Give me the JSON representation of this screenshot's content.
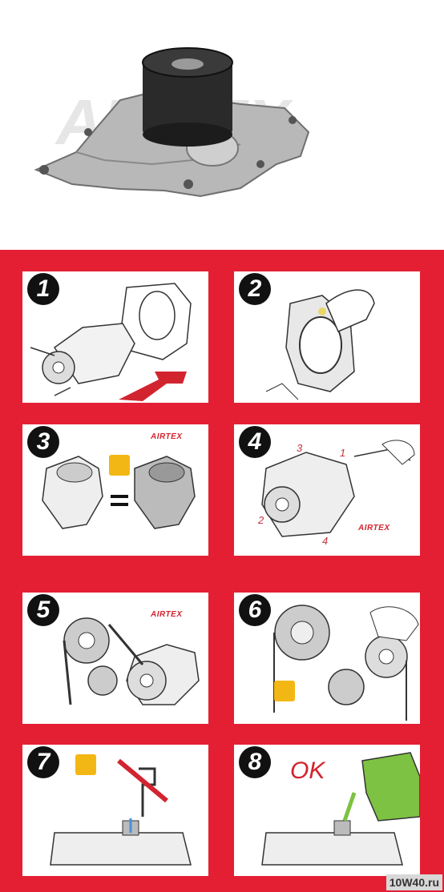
{
  "product_photo": {
    "logo_text": "AIRTEX"
  },
  "steps": [
    {
      "number": "1"
    },
    {
      "number": "2"
    },
    {
      "number": "3",
      "brand": "AIRTEX"
    },
    {
      "number": "4",
      "brand": "AIRTEX",
      "bolt_order": [
        "3",
        "1",
        "2",
        "4"
      ]
    },
    {
      "number": "5",
      "brand": "AIRTEX"
    },
    {
      "number": "6"
    },
    {
      "number": "7"
    },
    {
      "number": "8",
      "label": "OK"
    }
  ],
  "watermark": "10W40.ru",
  "colors": {
    "background_red": "#e41f34",
    "brand_red": "#d2242f",
    "eye_icon": "#f3b715"
  }
}
